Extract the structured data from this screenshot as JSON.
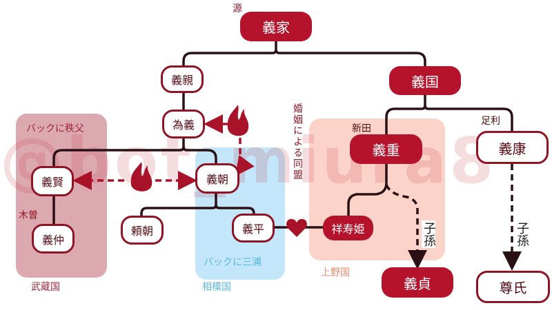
{
  "watermark": "@bot_miura8",
  "regions": {
    "musashi": {
      "note": "バックに秩父",
      "province": "武蔵国",
      "color": "#d9a0a8"
    },
    "sagami": {
      "note": "バックに三浦",
      "province": "相模国",
      "color": "#bfe4fb"
    },
    "kozuke": {
      "province": "上野国",
      "color": "#fbd0c4"
    }
  },
  "clan_labels": {
    "minamoto": "源",
    "kiso": "木曽",
    "nitta": "新田",
    "ashikaga": "足利"
  },
  "nodes": {
    "yoshiie": "義家",
    "yoshichika": "義親",
    "yoshikuni": "義国",
    "tameyoshi": "為義",
    "yoshikata": "義賢",
    "yoshitomo": "義朝",
    "yoshinaka": "義仲",
    "yoritomo": "頼朝",
    "yoshihira": "義平",
    "yoshishige": "義重",
    "yoshiyasu": "義康",
    "shojuhime": "祥寿姫",
    "yoshisada": "義貞",
    "takauji": "尊氏"
  },
  "marriage_alliance": "婚姻による同盟",
  "descendants": "子孫",
  "colors": {
    "filled": "#b5122b",
    "outline": "#8e1424",
    "line": "#2a1015",
    "conflict": "#a8132a"
  }
}
